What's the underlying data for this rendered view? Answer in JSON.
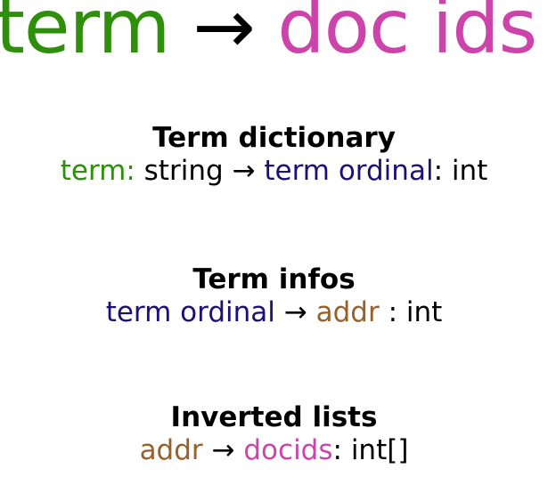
{
  "title": {
    "term": "term",
    "arrow": "→",
    "doc_ids": "doc ids"
  },
  "sections": [
    {
      "heading": "Term dictionary",
      "parts": [
        "term:",
        "string",
        "→",
        "term ordinal",
        ": int"
      ]
    },
    {
      "heading": "Term infos",
      "parts": [
        "term ordinal",
        "→",
        "addr",
        ": int"
      ]
    },
    {
      "heading": "Inverted lists",
      "parts": [
        "addr",
        "→",
        "docids",
        ": int[]"
      ]
    }
  ],
  "colors": {
    "term": "#2d8f0a",
    "doc_ids": "#cc44aa",
    "ordinal": "#1e0f78",
    "addr": "#98602a"
  }
}
